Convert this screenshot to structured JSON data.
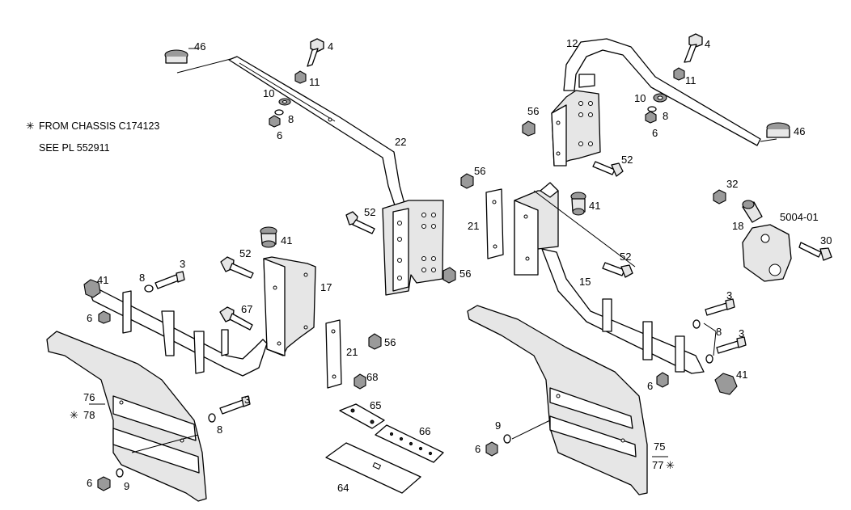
{
  "notes": {
    "line1_star": "✳",
    "line1": "FROM CHASSIS C174123",
    "line2": "SEE PL 552911"
  },
  "callouts": {
    "n46_left": "46",
    "n4_left": "4",
    "n11_left": "11",
    "n10_left": "10",
    "n8_left_top": "8",
    "n6_left_top": "6",
    "n22": "22",
    "n52_a": "52",
    "n41_mid": "41",
    "n52_b": "52",
    "n17": "17",
    "n67": "67",
    "n41_left": "41",
    "n8_left": "8",
    "n3_left": "3",
    "n6_left": "6",
    "n76": "76",
    "n78": "78",
    "n78_star": "✳",
    "n3_bottom": "3",
    "n8_bottom": "8",
    "n9_left": "9",
    "n6_bottom": "6",
    "n56_a": "56",
    "n21_top": "21",
    "n56_b": "56",
    "n21_mid": "21",
    "n56_c": "56",
    "n68": "68",
    "n65": "65",
    "n66": "66",
    "n64": "64",
    "n12": "12",
    "n4_right": "4",
    "n11_right": "11",
    "n10_right": "10",
    "n8_right_top": "8",
    "n6_right_top": "6",
    "n46_right": "46",
    "n56_d": "56",
    "n52_c": "52",
    "n41_right_top": "41",
    "n32": "32",
    "n18": "18",
    "n5004": "5004-01",
    "n30": "30",
    "n52_d": "52",
    "n15": "15",
    "n3_r1": "3",
    "n8_r": "8",
    "n3_r2": "3",
    "n41_r": "41",
    "n6_r": "6",
    "n9_r": "9",
    "n6_r2": "6",
    "n75": "75",
    "n77": "77",
    "n77_star": "✳"
  }
}
